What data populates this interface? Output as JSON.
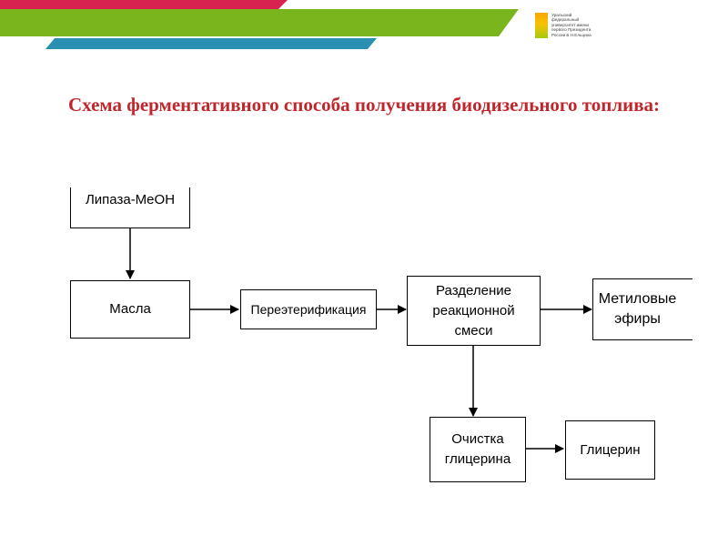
{
  "slide": {
    "title": "Схема ферментативного способа получения биодизельного топлива:",
    "logo_text": "Уральский федеральный университет имени первого Президента России Б.Н.Ельцина",
    "colors": {
      "band_red": "#d8224f",
      "band_green": "#7ab51d",
      "band_teal": "#2a8fb0",
      "title": "#c0272d"
    }
  },
  "diagram": {
    "nodes": {
      "lipase": "Липаза-MeOH",
      "oils": "Масла",
      "transesterification": "Переэтерификация",
      "separation": "Разделение реакционной смеси",
      "methyl_esters": "Метиловые эфиры",
      "glycerol_purification": "Очистка глицерина",
      "glycerol": "Глицерин"
    }
  }
}
